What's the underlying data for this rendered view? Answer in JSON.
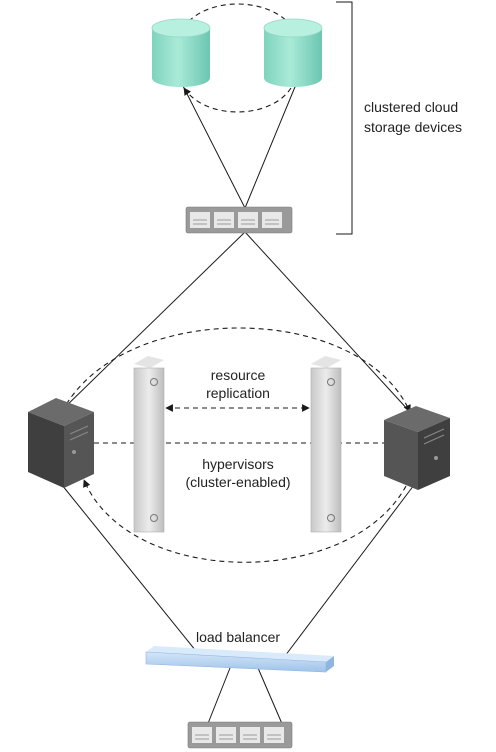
{
  "labels": {
    "storage": [
      "clustered cloud",
      "storage devices"
    ],
    "replication": [
      "resource",
      "replication"
    ],
    "hypervisors": [
      "hypervisors",
      "(cluster-enabled)"
    ],
    "load_balancer": "load balancer"
  },
  "colors": {
    "storage_top": "#a9ead7",
    "storage_side": "#7fd3bf",
    "server_dark": "#4a4a4a",
    "rack": "#d5d5d5",
    "load_balancer": "#b7d3f0",
    "switch": "#9a9a9a"
  },
  "icons": [
    "storage-device-icon",
    "network-switch-icon",
    "physical-server-icon",
    "hypervisor-rack-icon",
    "load-balancer-icon"
  ]
}
